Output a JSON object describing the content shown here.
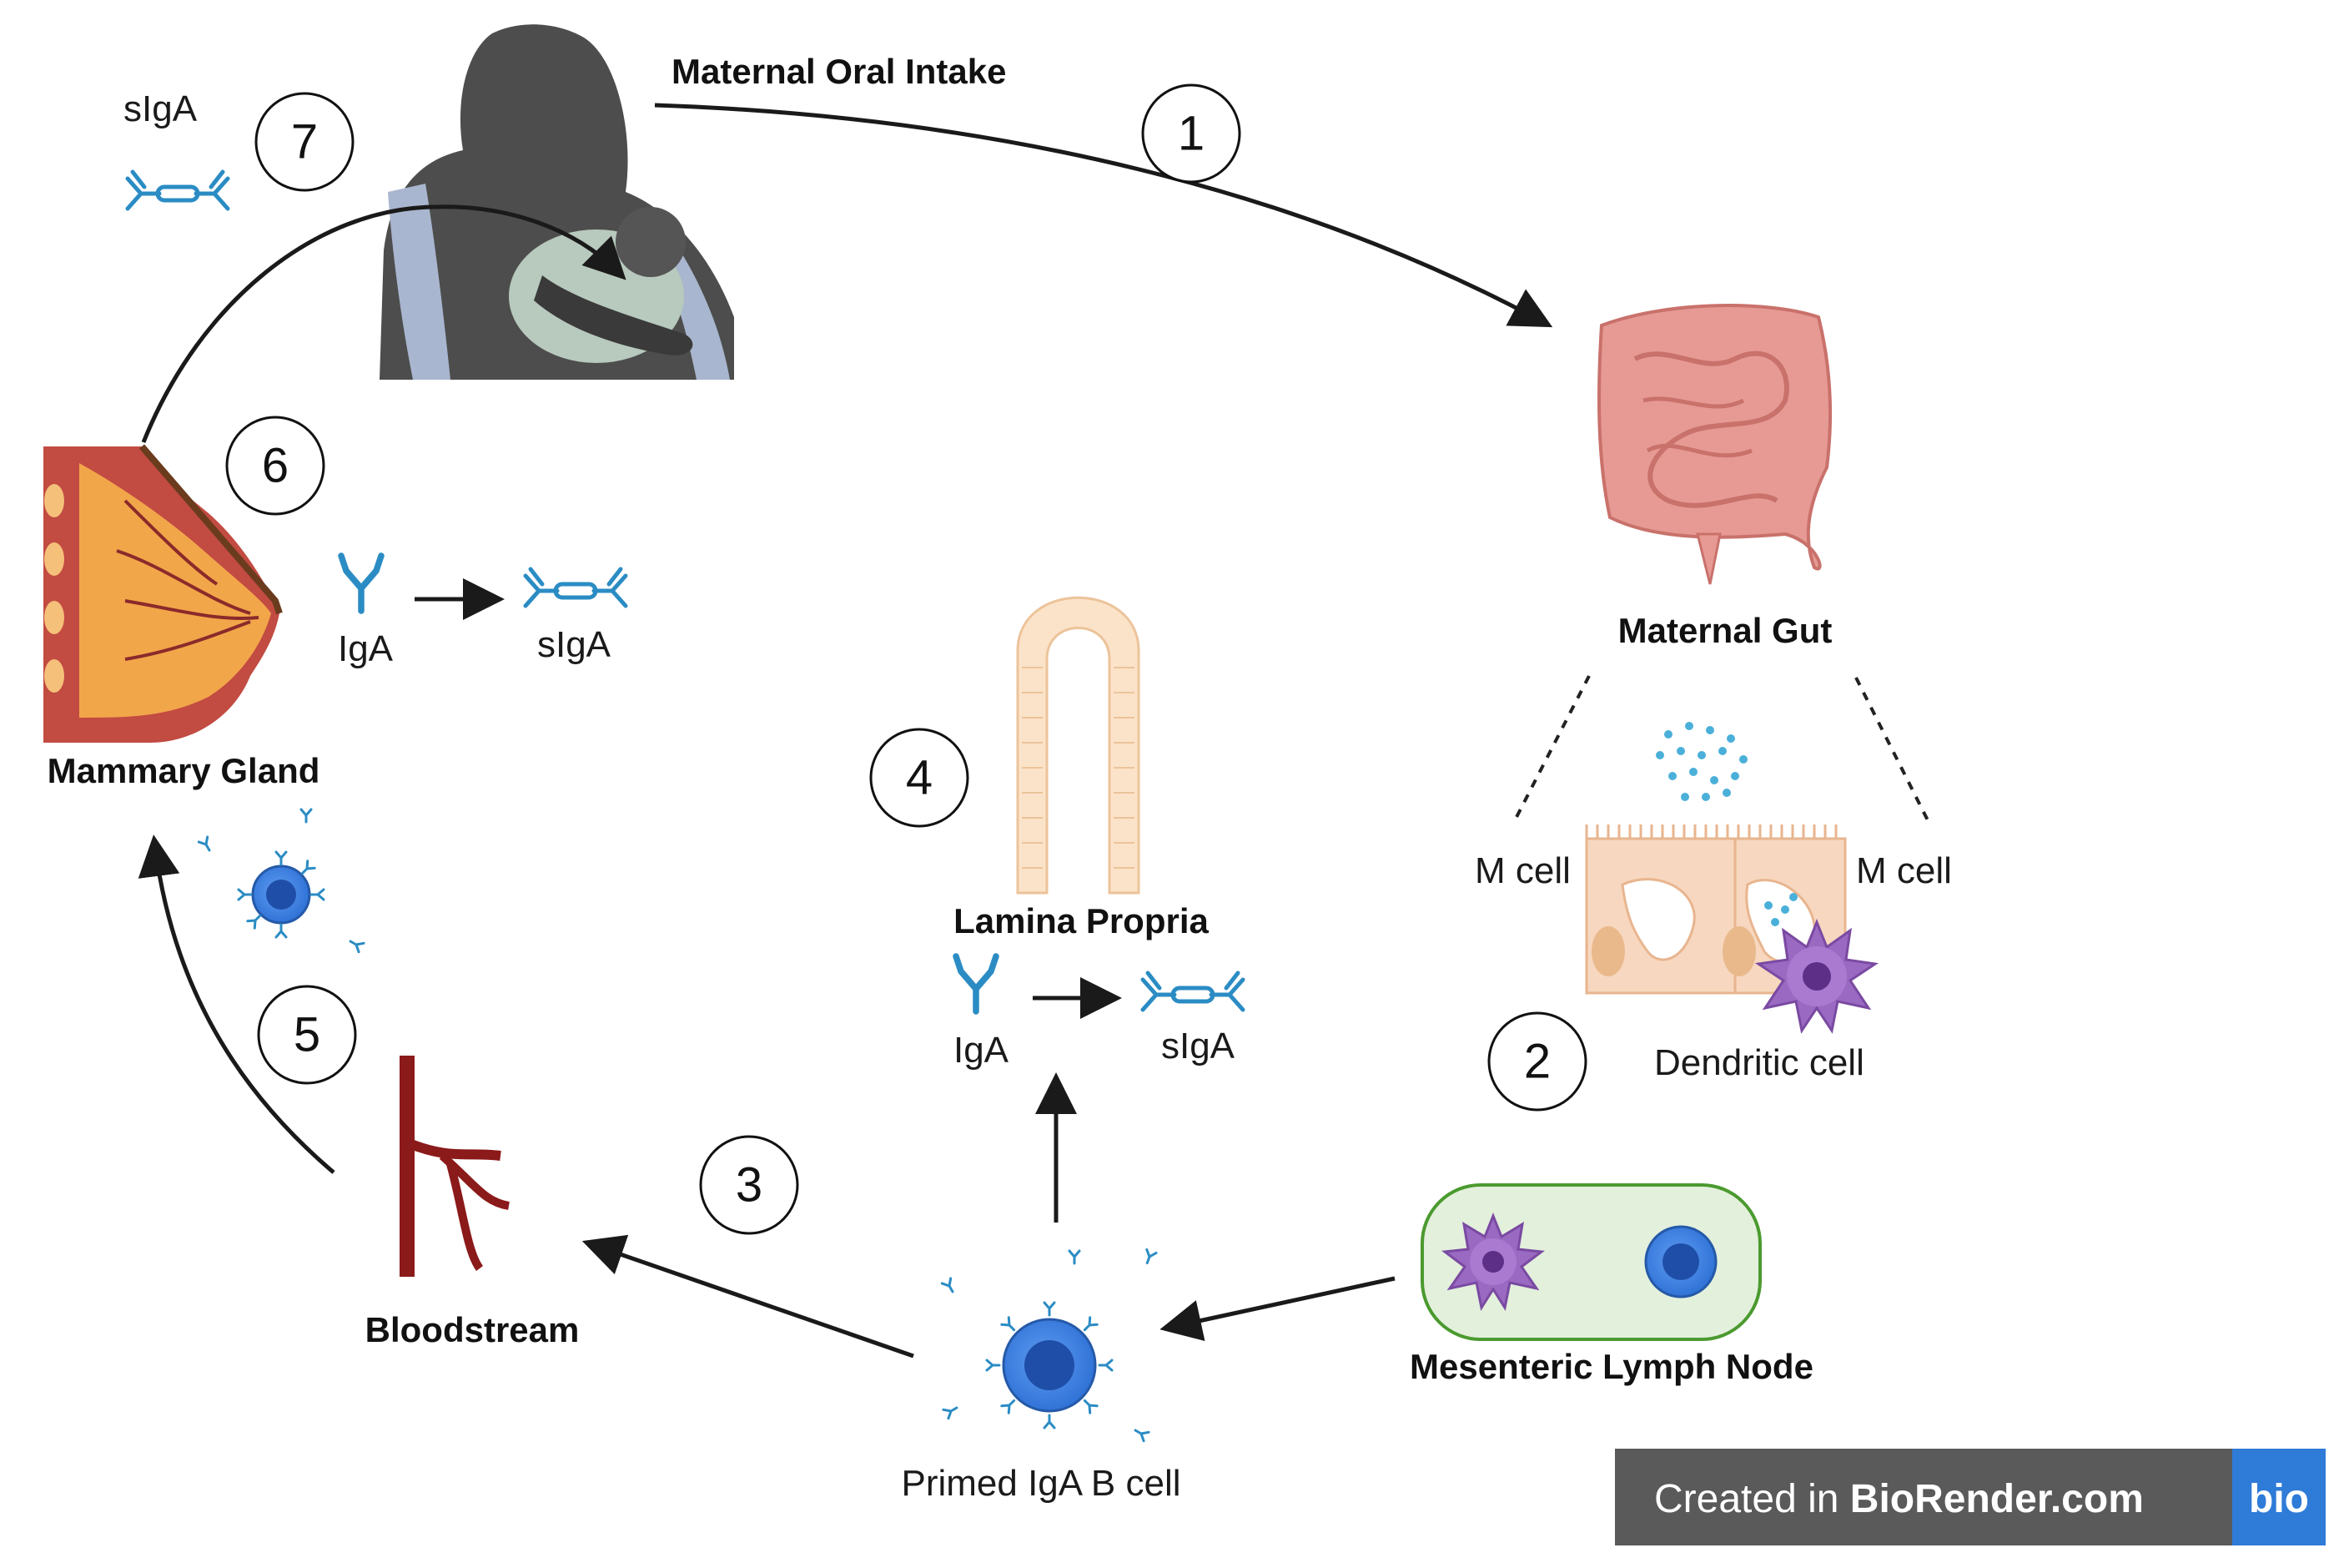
{
  "labels": {
    "maternal_oral_intake": "Maternal Oral Intake",
    "maternal_gut": "Maternal Gut",
    "m_cell_left": "M cell",
    "m_cell_right": "M cell",
    "dendritic_cell": "Dendritic cell",
    "mesenteric_lymph_node": "Mesenteric Lymph Node",
    "primed_iga_b_cell": "Primed IgA B cell",
    "bloodstream": "Bloodstream",
    "lamina_propria": "Lamina Propria",
    "mammary_gland": "Mammary Gland",
    "iga_mammary": "IgA",
    "siga_mammary": "sIgA",
    "iga_lamina": "IgA",
    "siga_lamina": "sIgA",
    "siga_top": "sIgA"
  },
  "steps": [
    "1",
    "2",
    "3",
    "4",
    "5",
    "6",
    "7"
  ],
  "watermark": {
    "text": "Created in ",
    "brand": "BioRender.com",
    "logo": "bio"
  },
  "colors": {
    "antibody": "#2b8cc4",
    "b_cell": "#3b7fe0",
    "dendritic": "#8e5bb5",
    "lymph_node_fill": "#e3f0dc",
    "lymph_node_stroke": "#4b9a2f",
    "blood_vessel": "#8b1a1a",
    "gut": "#e79a94",
    "watermark_bg": "#5a5a5a",
    "watermark_logo_bg": "#2f7bd8"
  },
  "icons": {
    "mother": "breastfeeding-mother-icon",
    "gut": "intestine-icon",
    "villus": "intestinal-villus-icon",
    "breast": "mammary-gland-icon",
    "vessel": "blood-vessel-icon"
  }
}
